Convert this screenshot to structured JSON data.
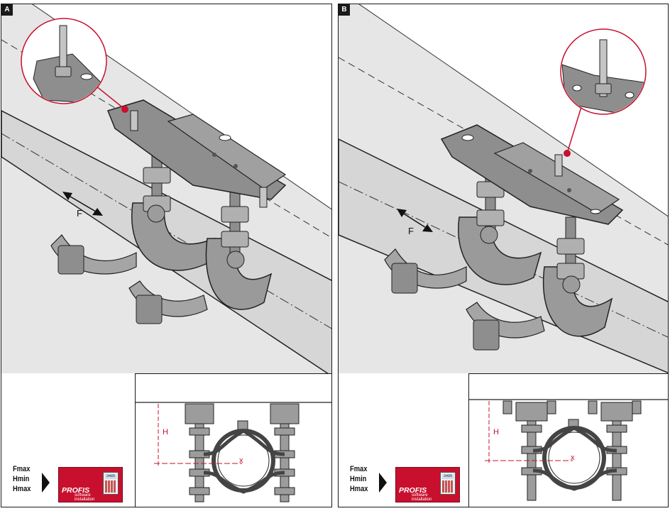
{
  "panels": [
    {
      "tag": "A",
      "force_label": "F",
      "height_label": "H",
      "axis_label": "x",
      "params": [
        "Fmax",
        "Hmin",
        "Hmax"
      ],
      "profis": {
        "name": "PROFIS",
        "sub1": "software",
        "sub2": "installation",
        "screen": "3485"
      }
    },
    {
      "tag": "B",
      "force_label": "F",
      "height_label": "H",
      "axis_label": "x",
      "params": [
        "Fmax",
        "Hmin",
        "Hmax"
      ],
      "profis": {
        "name": "PROFIS",
        "sub1": "software",
        "sub2": "installation",
        "screen": "3485"
      }
    }
  ],
  "colors": {
    "accent": "#c8102e",
    "metal": "#8e8e8e",
    "pipe": "#d9d9d9",
    "ceiling": "#e6e6e6",
    "outline": "#1a1a1a"
  },
  "icons": [
    "profis-logo-icon",
    "arrow-right-icon",
    "force-arrow-icon",
    "detail-magnifier-icon"
  ]
}
